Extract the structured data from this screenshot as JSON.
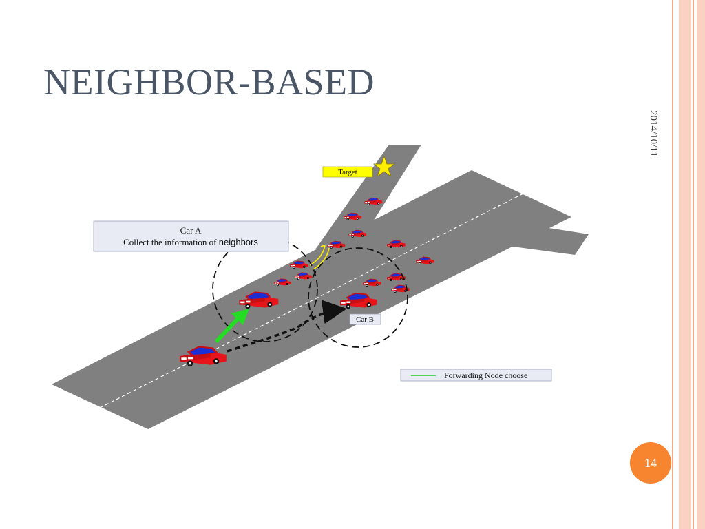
{
  "slide": {
    "title": "NEIGHBOR-BASED",
    "date": "2014/10/11",
    "page_number": "14"
  },
  "diagram": {
    "target_label": "Target",
    "car_a_line1": "Car A",
    "car_a_line2_prefix": "Collect the information of ",
    "car_a_line2_suffix": "neighbors",
    "car_b_label": "Car B",
    "legend_label": "Forwarding Node choose"
  },
  "colors": {
    "road": "#808080",
    "car_body": "#e8141b",
    "car_roof": "#1a2fd6",
    "forward_arrow": "#22dd22",
    "target_label_bg": "#ffff00",
    "star": "#ffee00",
    "page_circle": "#f7842e",
    "accent_stripe": "#f6b8a2"
  }
}
